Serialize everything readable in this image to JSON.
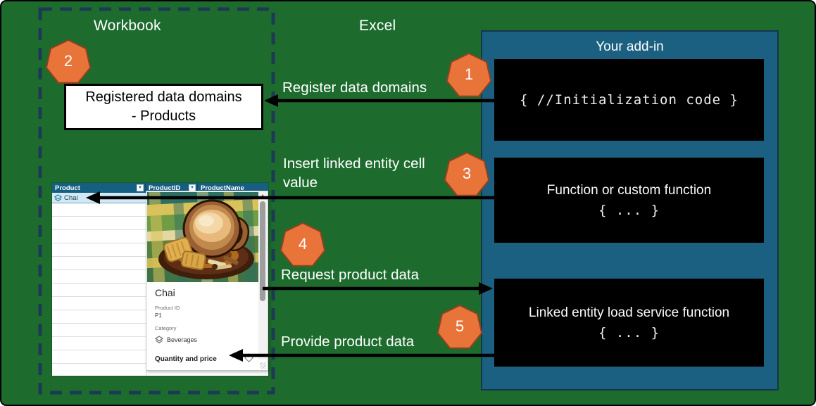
{
  "titles": {
    "workbook": "Workbook",
    "excel": "Excel",
    "addin": "Your add-in"
  },
  "steps": [
    {
      "n": "1"
    },
    {
      "n": "2"
    },
    {
      "n": "3"
    },
    {
      "n": "4"
    },
    {
      "n": "5"
    }
  ],
  "flow_labels": {
    "register": "Register data domains",
    "insert_line1": "Insert linked entity cell",
    "insert_line2": "value",
    "request": "Request product data",
    "provide": "Provide product data"
  },
  "workbook": {
    "registered_box_line1": "Registered data domains",
    "registered_box_line2": "- Products",
    "table": {
      "headers": [
        "Product",
        "ProductID",
        "ProductName"
      ],
      "row1": "Chai"
    },
    "card": {
      "title": "Chai",
      "product_id_label": "Product ID",
      "product_id_value": "P1",
      "category_label": "Category",
      "category_value": "Beverages",
      "section_heading": "Quantity and price"
    }
  },
  "addin": {
    "box1_code": "{ //Initialization code }",
    "box2_title": "Function or custom function",
    "box2_code": "{ ... }",
    "box3_title": "Linked entity load service function",
    "box3_code": "{ ... }"
  },
  "icons": {
    "linked_entity": "stacked-diamonds",
    "filter_dropdown": "chevron-down",
    "scroll_up": "triangle-up",
    "scroll_down": "triangle-down",
    "section_chevron": "chevron-up",
    "resize_grip": "diagonal-grip"
  },
  "colors": {
    "background_green": "#1d6c2e",
    "addin_blue": "#1b6080",
    "badge_orange": "#e8743a",
    "badge_stroke": "#93401f",
    "dashed_navy": "#1c3a54",
    "table_header_teal": "#156082",
    "selected_cell_blue": "#d2e9f5",
    "code_box_black": "#000000"
  }
}
